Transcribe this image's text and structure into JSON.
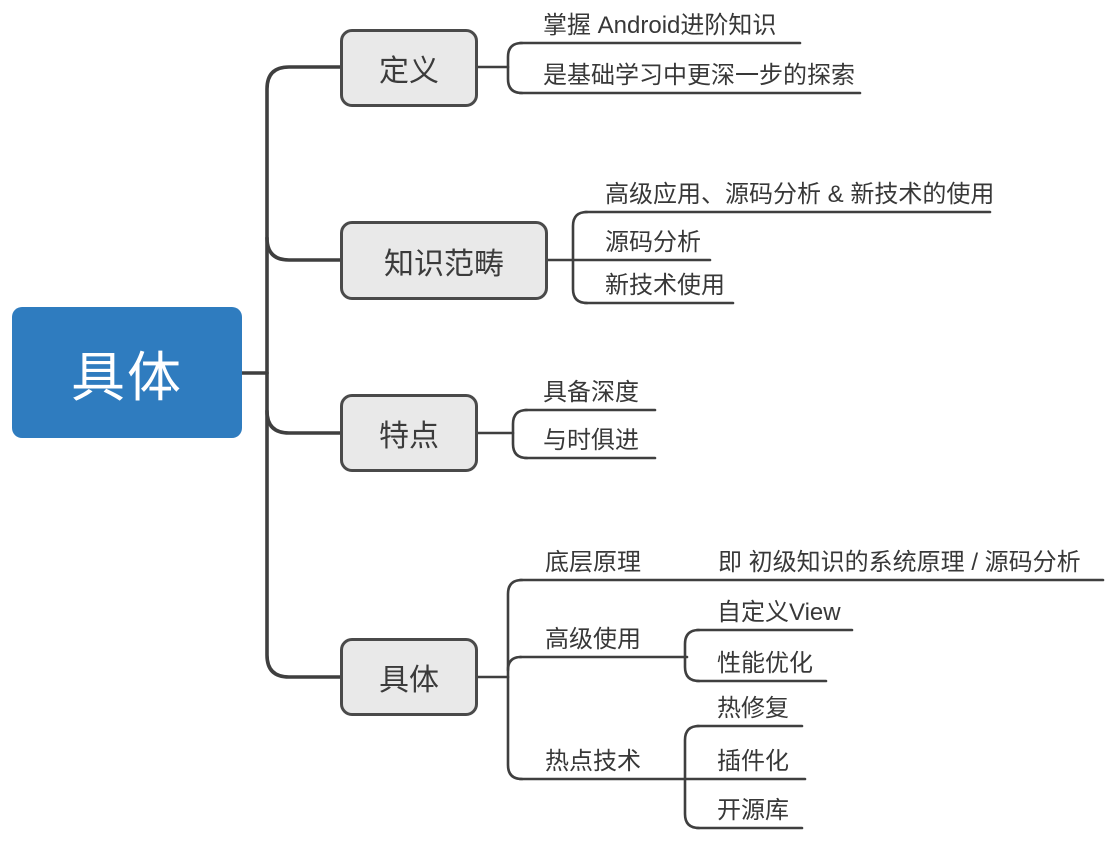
{
  "colors": {
    "root_fill": "#2f7cbf",
    "root_text": "#ffffff",
    "branch_fill": "#e9e9e9",
    "branch_border": "#4a4a4a",
    "branch_text": "#3b3b3b",
    "leaf_text": "#383838",
    "line": "#3f3f3f",
    "canvas_bg": "#ffffff"
  },
  "tree": {
    "root": {
      "label": "具体"
    },
    "branches": [
      {
        "label": "定义",
        "children": [
          {
            "text": "掌握 Android进阶知识"
          },
          {
            "text": "是基础学习中更深一步的探索"
          }
        ]
      },
      {
        "label": "知识范畴",
        "children": [
          {
            "text": "高级应用、源码分析 & 新技术的使用"
          },
          {
            "text": "源码分析"
          },
          {
            "text": "新技术使用"
          }
        ]
      },
      {
        "label": "特点",
        "children": [
          {
            "text": "具备深度"
          },
          {
            "text": "与时俱进"
          }
        ]
      },
      {
        "label": "具体",
        "children": [
          {
            "label": "底层原理",
            "children": [
              {
                "text": "即 初级知识的系统原理 / 源码分析"
              }
            ]
          },
          {
            "label": "高级使用",
            "children": [
              {
                "text": "自定义View"
              },
              {
                "text": "性能优化"
              }
            ]
          },
          {
            "label": "热点技术",
            "children": [
              {
                "text": "热修复"
              },
              {
                "text": "插件化"
              },
              {
                "text": "开源库"
              }
            ]
          }
        ]
      }
    ]
  }
}
